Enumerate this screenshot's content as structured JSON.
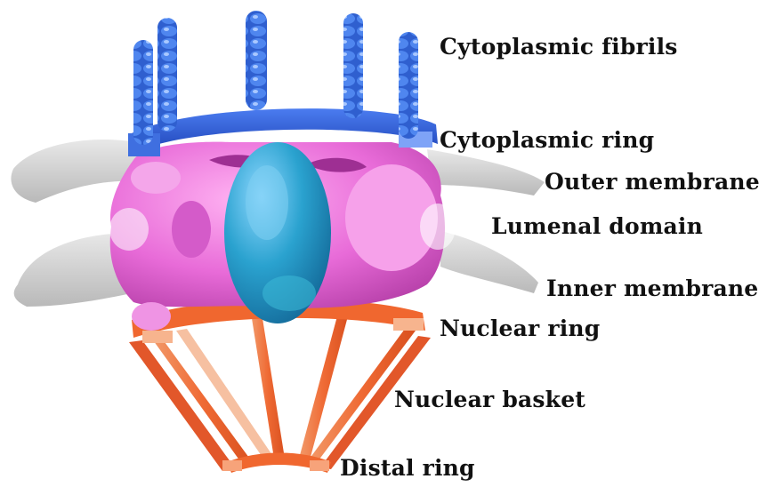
{
  "labels": {
    "cytoplasmic_fibrils": "Cytoplasmic fibrils",
    "cytoplasmic_ring": "Cytoplasmic ring",
    "outer_membrane": "Outer membrane",
    "lumenal_domain": "Lumenal domain",
    "inner_membrane": "Inner membrane",
    "nuclear_ring": "Nuclear ring",
    "nuclear_basket": "Nuclear basket",
    "distal_ring": "Distal ring"
  },
  "colors": {
    "fibrils": "#2f5fcf",
    "cytoplasmic_ring": "#2a57d6",
    "scaffold": "#e86bd8",
    "central_transporter": "#1f8fb8",
    "membrane": "#cfcfcf",
    "nuclear_ring": "#f0672f",
    "nuclear_basket": "#ef6a34"
  }
}
